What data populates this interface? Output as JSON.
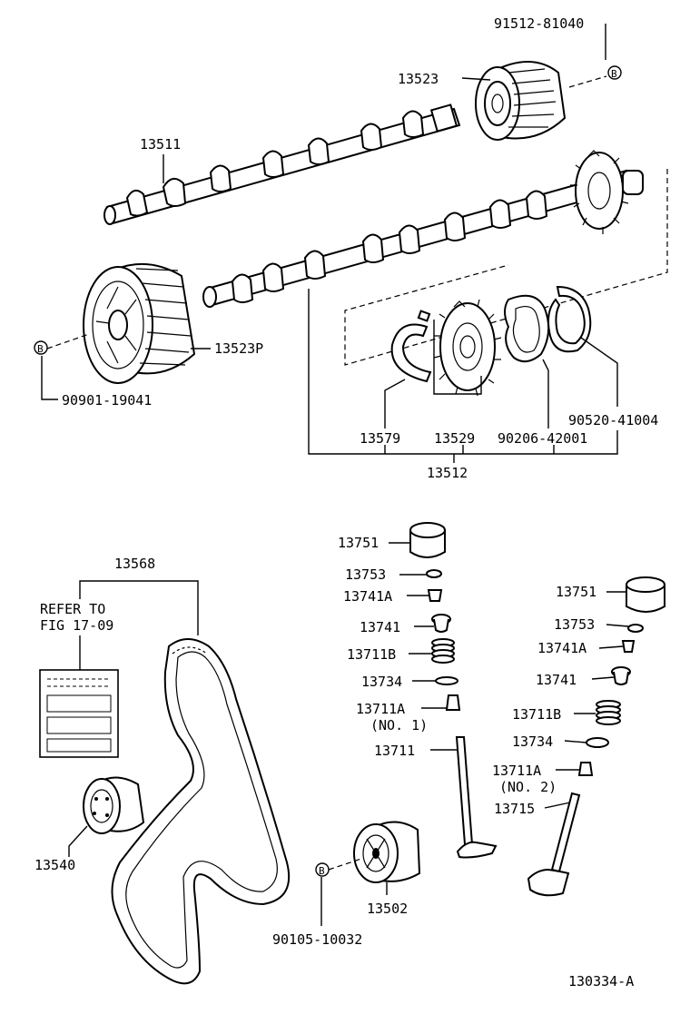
{
  "diagram_id": "130334-A",
  "refer": {
    "line1": "REFER TO",
    "line2": "FIG 17-09"
  },
  "callout_symbol": "B",
  "labels": {
    "p91512": "91512-81040",
    "p13523": "13523",
    "p13511": "13511",
    "p13523p": "13523P",
    "p90901": "90901-19041",
    "p13579": "13579",
    "p13529": "13529",
    "p90206": "90206-42001",
    "p90520": "90520-41004",
    "p13512": "13512",
    "p13568": "13568",
    "p13540": "13540",
    "p13502": "13502",
    "p90105": "90105-10032",
    "a13751": "13751",
    "a13753": "13753",
    "a13741A": "13741A",
    "a13741": "13741",
    "a13711B": "13711B",
    "a13734": "13734",
    "a13711A": "13711A",
    "a13711A_sub": "(NO. 1)",
    "a13711": "13711",
    "b13751": "13751",
    "b13753": "13753",
    "b13741A": "13741A",
    "b13741": "13741",
    "b13711B": "13711B",
    "b13734": "13734",
    "b13711A": "13711A",
    "b13711A_sub": "(NO. 2)",
    "b13715": "13715"
  }
}
